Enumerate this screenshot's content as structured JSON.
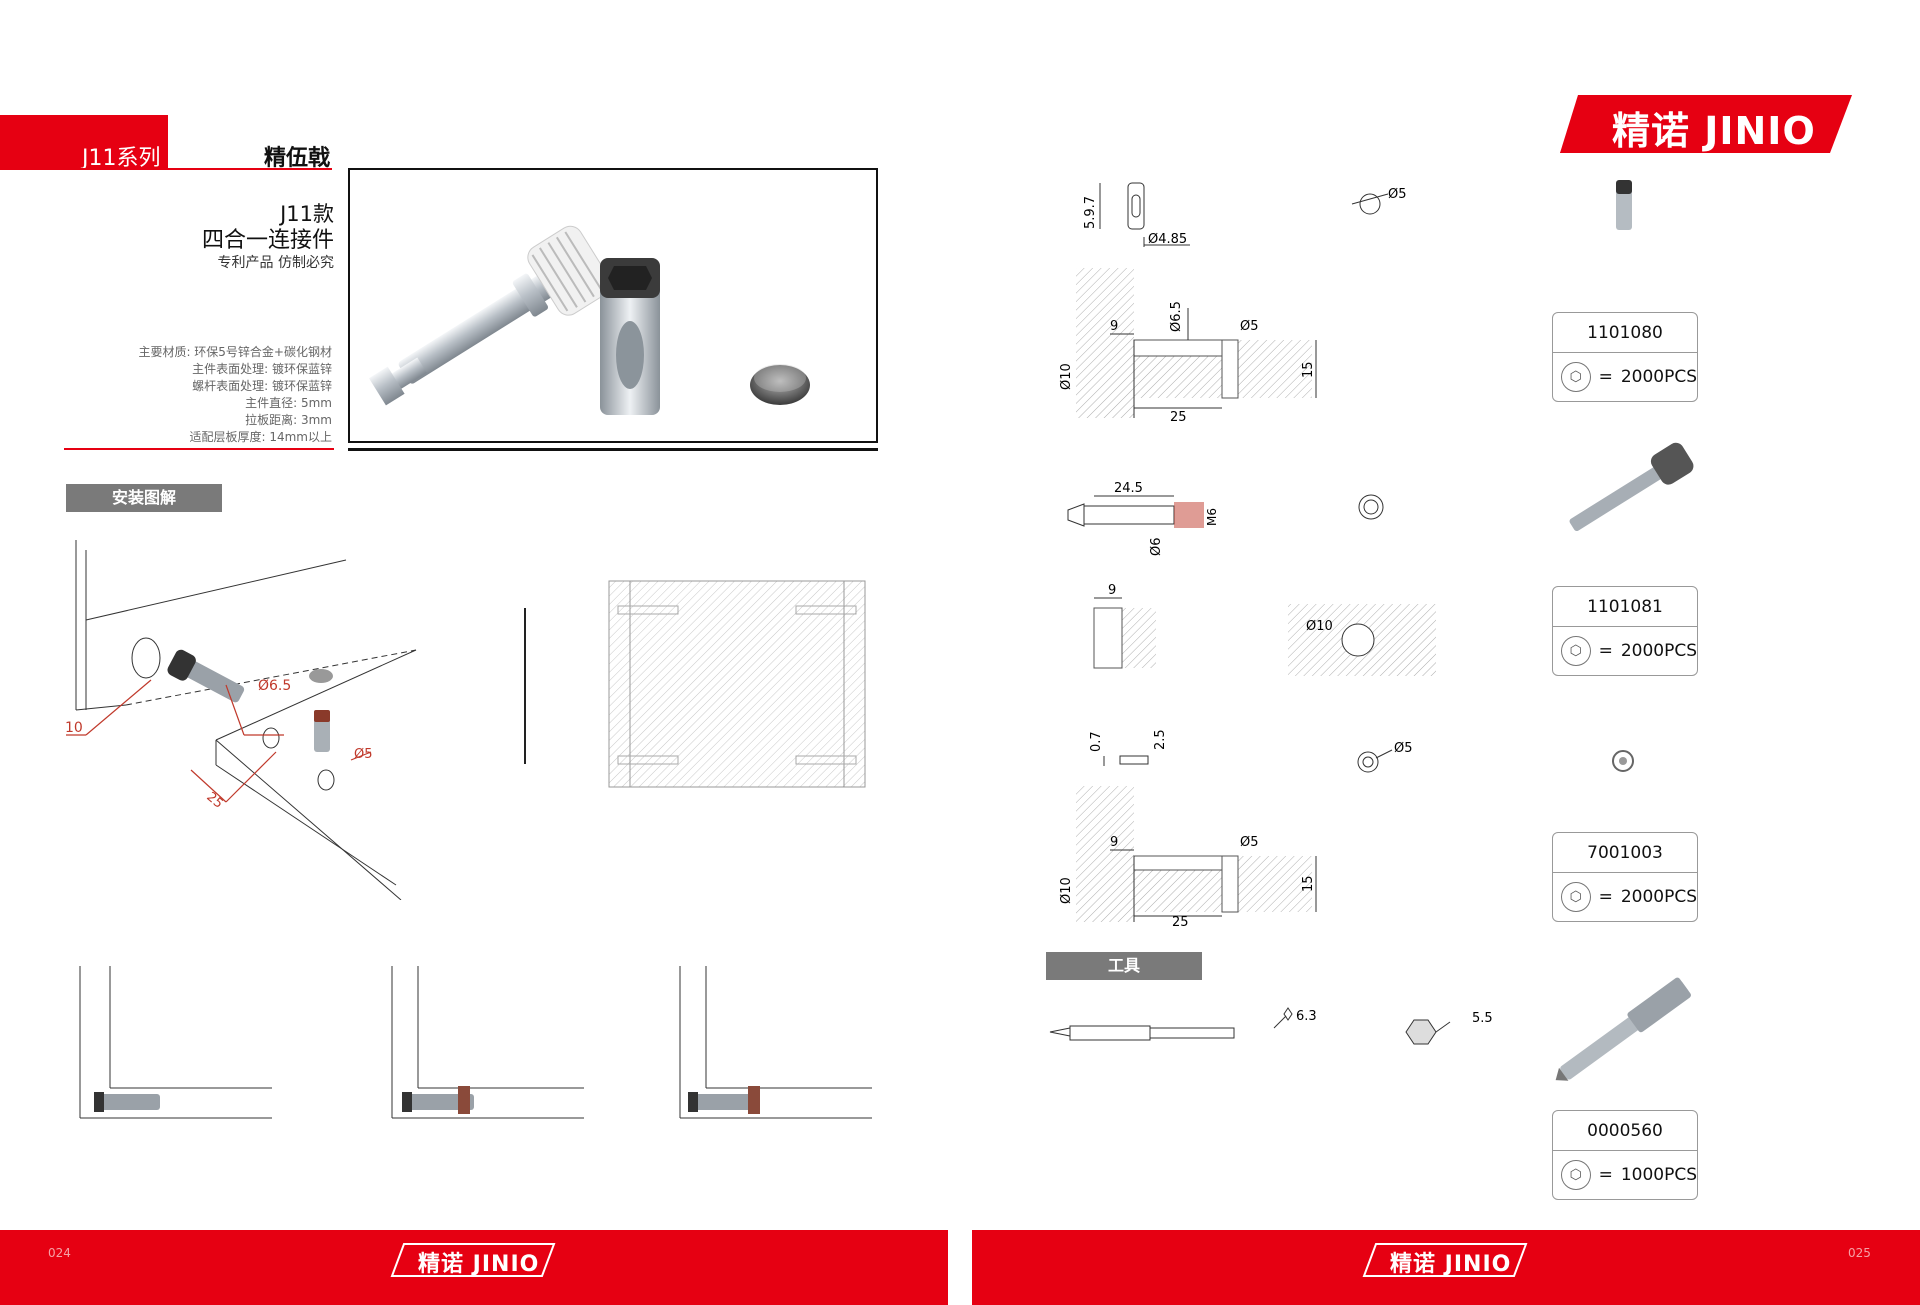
{
  "left_page": {
    "series": "J11系列",
    "brand_name": "精伍戟",
    "model": "J11款",
    "product_name": "四合一连接件",
    "patent": "专利产品  仿制必究",
    "specs": [
      "主要材质: 环保5号锌合金+碳化钢材",
      "主件表面处理: 镀环保蓝锌",
      "螺杆表面处理: 镀环保蓝锌",
      "主件直径: 5mm",
      "拉板距离: 3mm",
      "适配层板厚度: 14mm以上"
    ],
    "install_title": "安装图解",
    "install_dims": {
      "d10": "Ø10",
      "d65": "Ø6.5",
      "d5": "Ø5",
      "len25": "25"
    },
    "page_number": "024"
  },
  "right_page": {
    "logo": "精诺 JINIO",
    "tools_title": "工具",
    "page_number": "025",
    "dims": {
      "row1": {
        "d597": "5.9.7",
        "d485": "Ø4.85",
        "d5": "Ø5"
      },
      "row2": {
        "w9": "9",
        "d65": "Ø6.5",
        "d5": "Ø5",
        "d10": "Ø10",
        "h15": "15",
        "l25": "25"
      },
      "row3": {
        "l245": "24.5",
        "m6": "M6",
        "d6": "Ø6"
      },
      "row4": {
        "w9": "9",
        "d10": "Ø10"
      },
      "row5": {
        "h07": "0.7",
        "h25": "2.5",
        "d5": "Ø5"
      },
      "row6": {
        "w9": "9",
        "d5": "Ø5",
        "d10": "Ø10",
        "h15": "15",
        "l25": "25"
      },
      "tools": {
        "hex63": "6.3",
        "hex55": "5.5"
      }
    },
    "codes": [
      {
        "code": "1101080",
        "qty": "2000PCS"
      },
      {
        "code": "1101081",
        "qty": "2000PCS"
      },
      {
        "code": "7001003",
        "qty": "2000PCS"
      },
      {
        "code": "0000560",
        "qty": "1000PCS"
      }
    ],
    "equals": "="
  },
  "footer": {
    "logo": "精诺 JINIO"
  },
  "colors": {
    "brand_red": "#e60012",
    "tag_gray": "#7a7a7a"
  }
}
